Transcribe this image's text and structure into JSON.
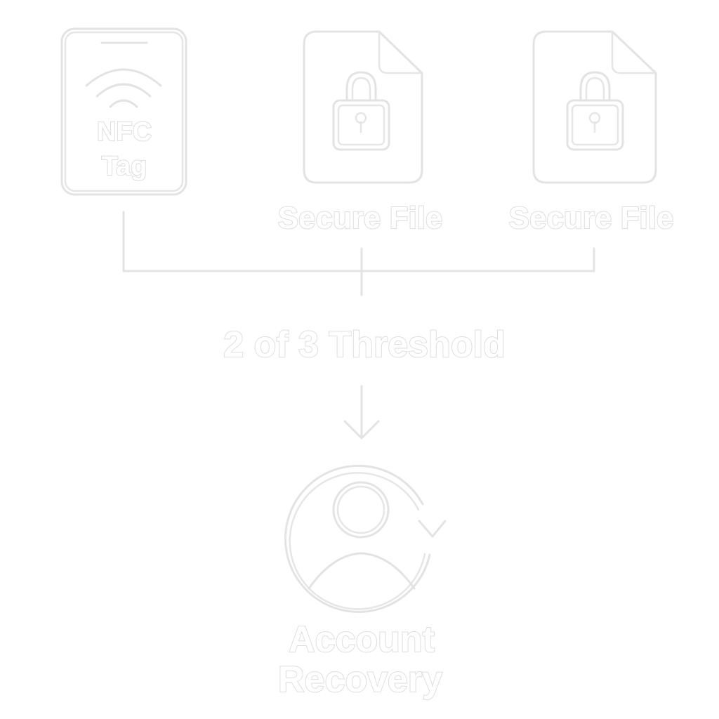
{
  "nodes": {
    "nfc_tag": {
      "label_line1": "NFC",
      "label_line2": "Tag",
      "icon": "nfc-icon"
    },
    "secure_file_1": {
      "label": "Secure File",
      "icon": "locked-file-icon"
    },
    "secure_file_2": {
      "label": "Secure File",
      "icon": "locked-file-icon"
    }
  },
  "threshold": {
    "label": "2 of 3 Threshold"
  },
  "result": {
    "label_line1": "Account",
    "label_line2": "Recovery",
    "icon": "account-recovery-icon"
  },
  "colors": {
    "line": "#e3e3e3",
    "text_outline": "#dedede",
    "background": "#ffffff"
  }
}
